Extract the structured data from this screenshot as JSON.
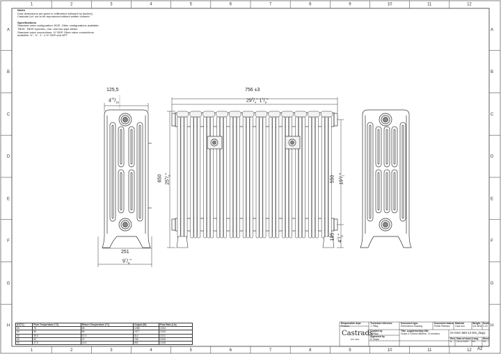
{
  "border": {
    "columns": [
      "1",
      "2",
      "3",
      "4",
      "5",
      "6",
      "7",
      "8",
      "9",
      "10",
      "11",
      "12"
    ],
    "rows": [
      "A",
      "B",
      "C",
      "D",
      "E",
      "F",
      "G",
      "H"
    ],
    "sheet_size": "A2"
  },
  "notes": {
    "title": "Notes",
    "lines": [
      "Dual dimensions are given in millimetres followed by [inches]",
      "Castrads Ltd. not to be reproduced without written consent"
    ],
    "spec_title": "Specifications",
    "spec_lines": [
      "Standard valve configuration: BOE. Other configurations available:",
      "TBOE, TBOE hydronic, one- and two-pipe steam",
      "Standard valve connections: ½\" BSP. Other valve connections",
      "available: ½\", ¾\", 1\", 1-½\" BSP and NPT"
    ]
  },
  "dimensions": {
    "side_width": "125,5",
    "side_width_in": "4",
    "front_width": "756",
    "front_width_tol": "±3",
    "front_width_in": "29",
    "front_width_tol_in": "1",
    "overall_height": "650",
    "overall_height_in": "25",
    "right_height": "550",
    "right_height_in": "19",
    "bottom_height": "105",
    "bottom_height_in": "4",
    "depth": "251",
    "depth_in": "9"
  },
  "output_table": {
    "headers": [
      "ΔT(°C)",
      "Flow Temperature (°C)",
      "Return Temperature (°C)",
      "Output (W)",
      "Flow Rate (L/s)"
    ],
    "rows": [
      [
        "50",
        "75",
        "65",
        "1268",
        "0,034"
      ],
      [
        "40",
        "65",
        "55",
        "1077",
        "0,026"
      ],
      [
        "30",
        "59,5",
        "57,5",
        "814",
        "0,021"
      ],
      [
        "25",
        "52",
        "47",
        "726",
        "0,026"
      ],
      [
        "20",
        "47,5",
        "42,5",
        "591",
        "0,028"
      ]
    ]
  },
  "title_block": {
    "responsible_dept_label": "Responsible dept.",
    "responsible_dept": "Product",
    "technical_reference_label": "Technical reference",
    "technical_reference": "J. Pillay",
    "created_by_label": "Created by",
    "created_by": "J. Pillay",
    "approved_by_label": "Approved by",
    "approved_by": "N. Boyle",
    "document_type_label": "Document type",
    "document_type": "Dimensions Drawing",
    "title_label": "Title, supplementary title",
    "title": "Grace II Column 660mm, 12 sections",
    "document_status_label": "Document status",
    "document_status": "Public Release",
    "material_label": "Material",
    "material": "Cast Iron",
    "weight_label": "Weight",
    "weight": "121.8KG",
    "scale_label": "Scale",
    "scale": "1:10",
    "drawing_number": "GI-G6C-660-12-EN_dwg1",
    "rev_label": "Rev.",
    "rev": "A",
    "date_label": "Date of issue",
    "date": "15.12.2023",
    "lang_label": "Lang.",
    "lang": "en",
    "sheet_label": "Sheet",
    "sheet": "1/1",
    "logo": "Castrads",
    "logo_tag": "EST. 2003"
  }
}
